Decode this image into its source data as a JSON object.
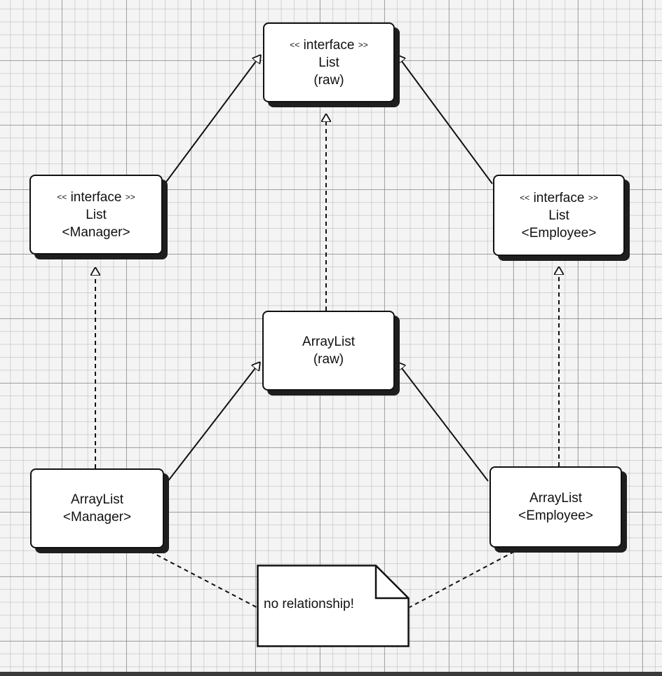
{
  "nodes": {
    "list_raw": {
      "stereotype": "interface",
      "name": "List",
      "param": "(raw)"
    },
    "list_manager": {
      "stereotype": "interface",
      "name": "List",
      "param": "<Manager>"
    },
    "list_employee": {
      "stereotype": "interface",
      "name": "List",
      "param": "<Employee>"
    },
    "arraylist_raw": {
      "name": "ArrayList",
      "param": "(raw)"
    },
    "arraylist_manager": {
      "name": "ArrayList",
      "param": "<Manager>"
    },
    "arraylist_employee": {
      "name": "ArrayList",
      "param": "<Employee>"
    }
  },
  "guillemets": {
    "open": "<<",
    "close": ">>"
  },
  "note": {
    "text": "no relationship!"
  }
}
